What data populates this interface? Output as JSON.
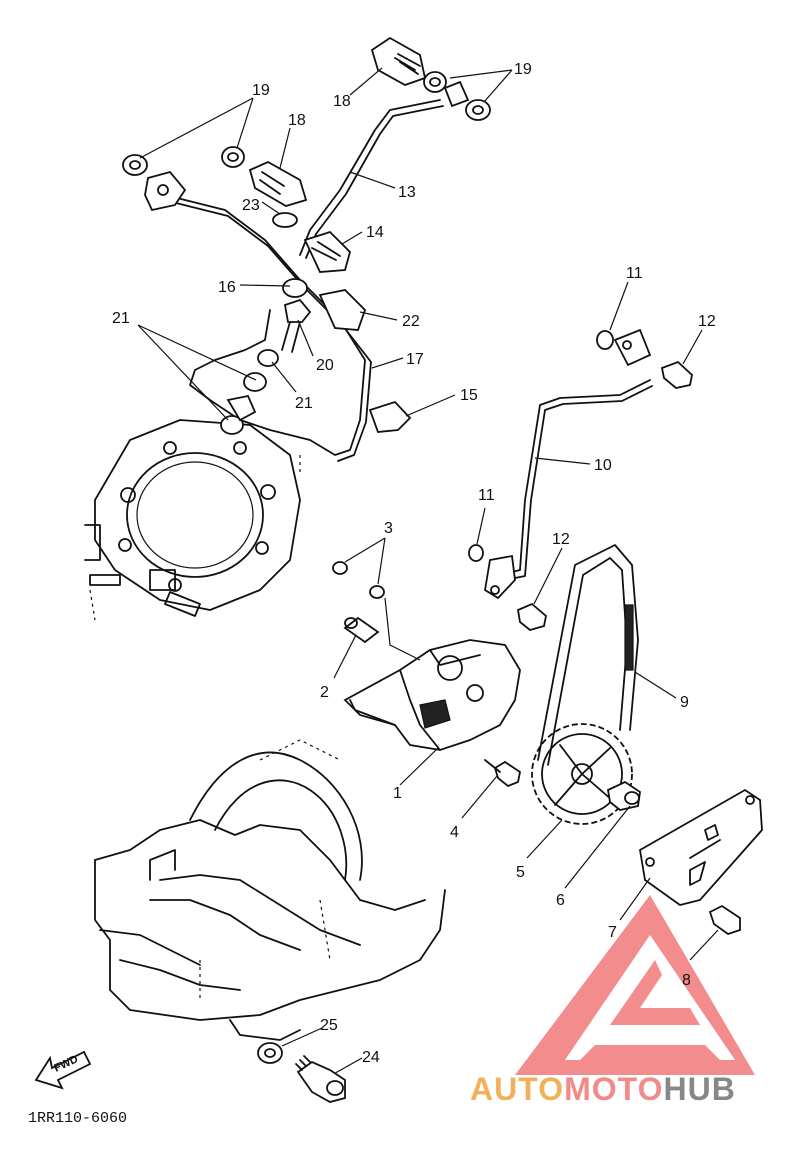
{
  "figure_code": "1RR110-6060",
  "fwd_label": "FWD",
  "watermark": {
    "part1": "AUTO",
    "part2": "MOTO",
    "part3": "HUB",
    "color1": "#f2b05a",
    "color2": "#f28a8a",
    "color3": "#888888",
    "logo_color": "#f27a7a"
  },
  "callouts": [
    "19",
    "18",
    "19",
    "18",
    "13",
    "23",
    "14",
    "16",
    "22",
    "21",
    "20",
    "17",
    "21",
    "15",
    "11",
    "12",
    "10",
    "11",
    "12",
    "3",
    "2",
    "9",
    "1",
    "4",
    "5",
    "6",
    "7",
    "8",
    "25",
    "24"
  ]
}
